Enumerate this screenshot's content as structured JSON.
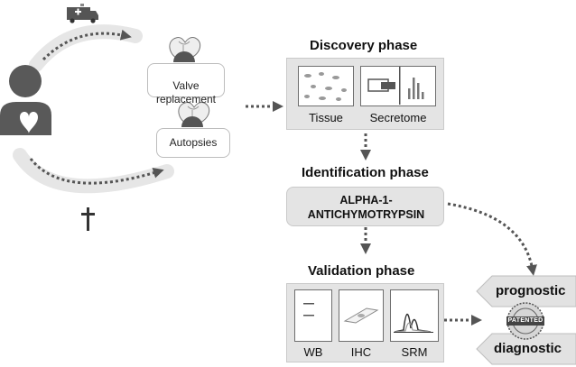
{
  "sources": {
    "valve_label": "Valve\nreplacement",
    "autopsies_label": "Autopsies"
  },
  "discovery": {
    "title": "Discovery phase",
    "tissue_label": "Tissue",
    "secretome_label": "Secretome"
  },
  "identification": {
    "title": "Identification phase",
    "marker_line1": "ALPHA-1-",
    "marker_line2": "ANTICHYMOTRYPSIN"
  },
  "validation": {
    "title": "Validation phase",
    "wb_label": "WB",
    "ihc_label": "IHC",
    "srm_label": "SRM"
  },
  "outcomes": {
    "prognostic_label": "prognostic",
    "diagnostic_label": "diagnostic",
    "seal_text": "PATENTED"
  },
  "icons": {
    "ambulance": "ambulance-icon",
    "patient": "patient-heart-icon",
    "cross": "death-cross-icon",
    "heart": "heart-icon",
    "seal": "patented-seal-icon"
  },
  "colors": {
    "panel_bg": "#e4e4e4",
    "arrow_dots": "#555555",
    "arc_band": "#e6e6e6",
    "patient": "#595959"
  }
}
